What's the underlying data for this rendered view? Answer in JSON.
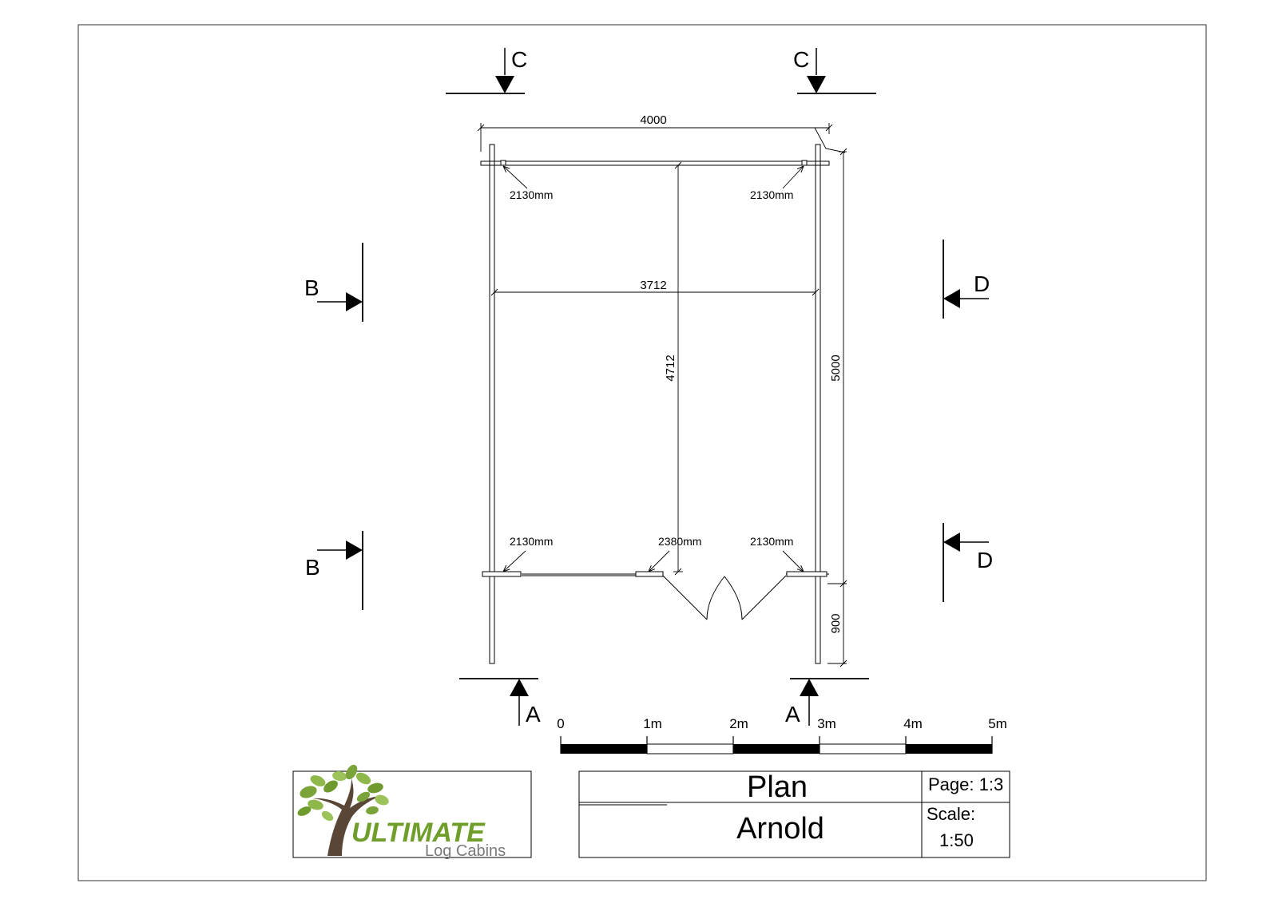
{
  "sections": {
    "c_left": "C",
    "c_right": "C",
    "b_top": "B",
    "b_bottom": "B",
    "d_top": "D",
    "d_bottom": "D",
    "a_left": "A",
    "a_right": "A"
  },
  "dimensions": {
    "outer_width": "4000",
    "inner_width": "3712",
    "inner_depth": "4712",
    "outer_depth": "5000",
    "canopy": "900"
  },
  "height_notes": {
    "top_left": "2130mm",
    "top_right": "2130mm",
    "bottom_left": "2130mm",
    "bottom_door": "2380mm",
    "bottom_right": "2130mm"
  },
  "scale_bar": {
    "ticks": [
      "0",
      "1m",
      "2m",
      "3m",
      "4m",
      "5m"
    ]
  },
  "title_block": {
    "drawing_title": "Plan",
    "model_name": "Arnold",
    "page": "Page: 1:3",
    "scale_label": "Scale:",
    "scale_value": "1:50"
  },
  "logo": {
    "brand": "ULTIMATE",
    "tagline": "Log Cabins",
    "leaf_color": "#7aa33a",
    "trunk_color": "#5a4636"
  }
}
